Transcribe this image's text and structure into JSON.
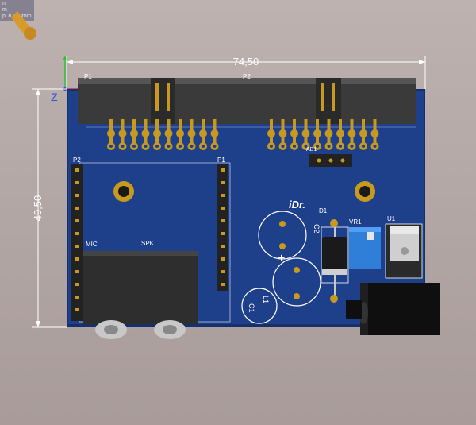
{
  "app": {
    "info_lines": [
      "n",
      "m",
      "pi 8.203mm"
    ]
  },
  "dimensions": {
    "width": "74,50",
    "height": "49,50"
  },
  "triad": {
    "z_label": "Z"
  },
  "board": {
    "silkscreen_logo": "iDr.",
    "labels": {
      "p1_top": "P1",
      "p2_top": "P2",
      "p1_side": "P1",
      "p2_side": "P2",
      "mic": "MIC",
      "spk": "SPK",
      "d1": "D1",
      "c2": "C2",
      "c1": "C1",
      "l1": "L1",
      "vr1": "VR1",
      "u1": "U1",
      "jumper": "AB1",
      "plus": "+"
    }
  },
  "colors": {
    "pcb": "#1e3f8a",
    "pcb_edge": "#16306b",
    "copper_gold": "#c79a1f",
    "silk": "#ffffff",
    "header_body": "#3a3a3a",
    "dimension_line": "#ffffff",
    "axis_x": "#e03030",
    "axis_y": "#30c030",
    "axis_z": "#3050e0"
  }
}
